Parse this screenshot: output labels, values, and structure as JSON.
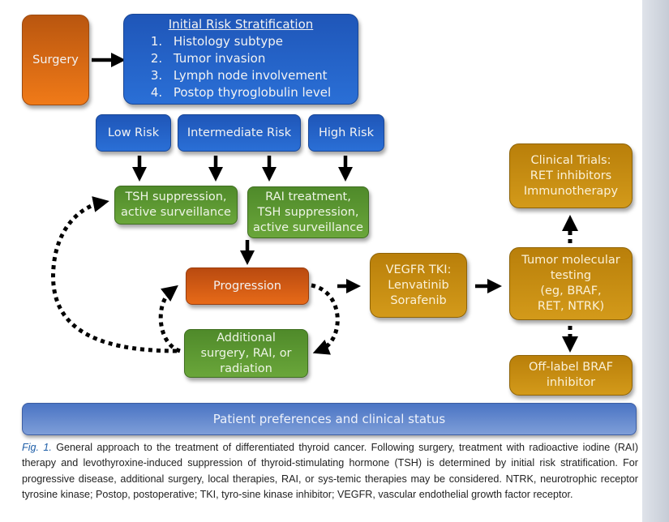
{
  "boxes": {
    "surgery": "Surgery",
    "risk_strat": {
      "title": "Initial Risk Stratification",
      "items": [
        {
          "num": "1.",
          "text": "Histology subtype"
        },
        {
          "num": "2.",
          "text": "Tumor invasion"
        },
        {
          "num": "3.",
          "text": "Lymph node involvement"
        },
        {
          "num": "4.",
          "text": "Postop thyroglobulin level"
        }
      ]
    },
    "low_risk": "Low Risk",
    "intermediate_risk": "Intermediate Risk",
    "high_risk": "High Risk",
    "tsh_surveillance": [
      "TSH suppression,",
      "active surveillance"
    ],
    "rai_treatment": [
      "RAI treatment,",
      "TSH suppression,",
      "active surveillance"
    ],
    "progression": "Progression",
    "additional": [
      "Additional",
      "surgery, RAI, or",
      "radiation"
    ],
    "vegfr": [
      "VEGFR TKI:",
      "Lenvatinib",
      "Sorafenib"
    ],
    "tumor_testing": [
      "Tumor molecular",
      "testing",
      "(eg, BRAF,",
      "RET, NTRK)"
    ],
    "clinical_trials": [
      "Clinical Trials:",
      "RET inhibitors",
      "Immunotherapy"
    ],
    "off_label": [
      "Off-label BRAF",
      "inhibitor"
    ],
    "patient": "Patient preferences and clinical status"
  },
  "caption": {
    "label": "Fig. 1.",
    "text": "General approach to the treatment of differentiated thyroid cancer. Following surgery, treatment with radioactive iodine (RAI) therapy and levothyroxine-induced suppression of thyroid-stimulating hormone (TSH) is determined by initial risk stratification. For progressive disease, additional surgery, local therapies, RAI, or sys-temic therapies may be considered. NTRK, neurotrophic receptor tyrosine kinase; Postop, postoperative; TKI, tyro-sine kinase inhibitor; VEGFR, vascular endothelial growth factor receptor."
  },
  "colors": {
    "orange": "#e0701a",
    "blue": "#2563c8",
    "green": "#5f9a34",
    "gold": "#c68d12",
    "caption_label": "#1f5fa8"
  }
}
